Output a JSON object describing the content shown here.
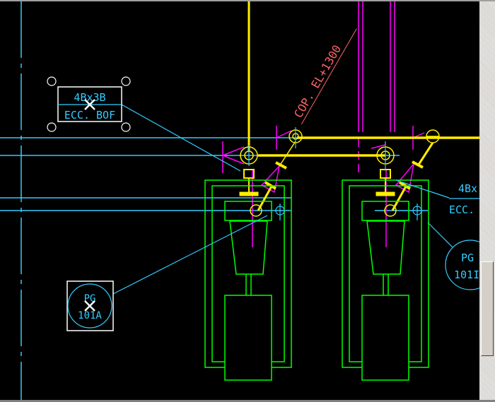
{
  "drawing": {
    "reducer_label": {
      "line1": "4Bx3B",
      "line2": "ECC. BOF"
    },
    "gauge_label_left": {
      "line1": "PG",
      "line2": "101A"
    },
    "reducer_label_right": {
      "line1": "4Bx",
      "line2": "ECC."
    },
    "gauge_label_right": {
      "line1": "PG",
      "line2": "101I"
    },
    "elevation_note": "COP. EL+1300"
  },
  "colors": {
    "background": "#000000",
    "centerline": "#33ccff",
    "pipe": "#ffee00",
    "equipment": "#00ff00",
    "support": "#ff00ff",
    "annotation": "#ff6666",
    "selection": "#ffffff"
  }
}
